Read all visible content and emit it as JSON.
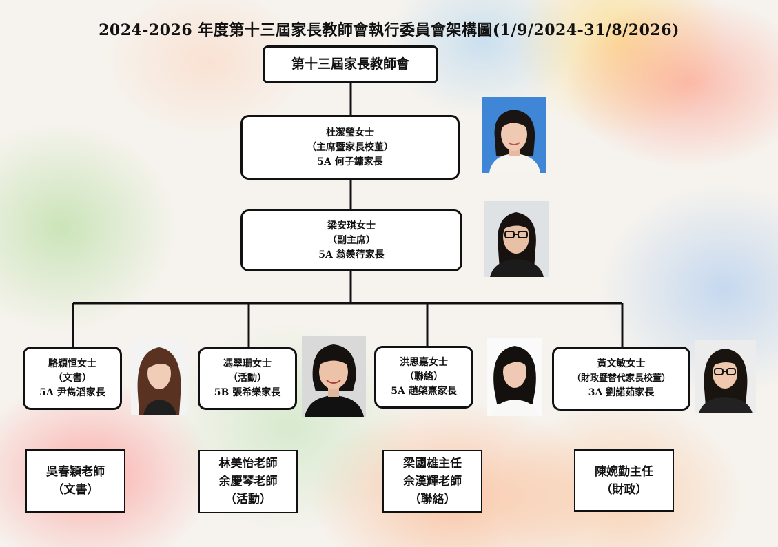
{
  "title": "2024-2026 年度第十三屆家長教師會執行委員會架構圖(1/9/2024-31/8/2026)",
  "root": {
    "label": "第十三屆家長教師會"
  },
  "chair": {
    "name": "杜潔瑩女士",
    "role": "（主席暨家長校董）",
    "parent": "5A 何子鏞家長"
  },
  "vice": {
    "name": "梁安琪女士",
    "role": "（副主席）",
    "parent": "5A 翁羨荇家長"
  },
  "members": [
    {
      "name": "駱穎恒女士",
      "role": "（文書）",
      "parent": "5A 尹雋滔家長"
    },
    {
      "name": "馮翠珊女士",
      "role": "（活動）",
      "parent": "5B 張希樂家長"
    },
    {
      "name": "洪思嘉女士",
      "role": "（聯絡）",
      "parent": "5A 趙棨熹家長"
    },
    {
      "name": "黃文敏女士",
      "role": "（財政暨替代家長校董）",
      "parent": "3A 劉諾茹家長"
    }
  ],
  "teachers": [
    {
      "lines": [
        "吳春穎老師",
        "（文書）"
      ]
    },
    {
      "lines": [
        "林美怡老師",
        "余慶琴老師",
        "（活動）"
      ]
    },
    {
      "lines": [
        "梁國雄主任",
        "佘漢輝老師",
        "（聯絡）"
      ]
    },
    {
      "lines": [
        "陳婉勤主任",
        "（財政）"
      ]
    }
  ]
}
